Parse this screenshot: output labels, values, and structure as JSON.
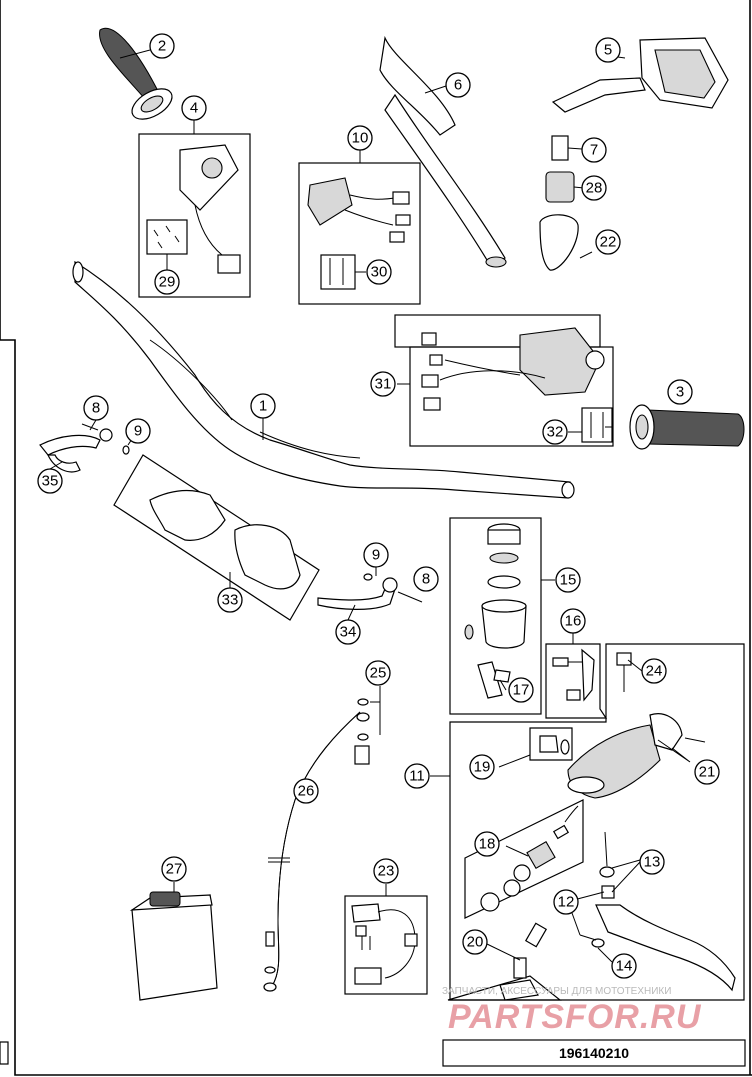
{
  "callouts": [
    {
      "id": "c1",
      "label": "1"
    },
    {
      "id": "c2",
      "label": "2"
    },
    {
      "id": "c3",
      "label": "3"
    },
    {
      "id": "c4",
      "label": "4"
    },
    {
      "id": "c5",
      "label": "5"
    },
    {
      "id": "c6",
      "label": "6"
    },
    {
      "id": "c7",
      "label": "7"
    },
    {
      "id": "c8a",
      "label": "8"
    },
    {
      "id": "c8b",
      "label": "8"
    },
    {
      "id": "c9a",
      "label": "9"
    },
    {
      "id": "c9b",
      "label": "9"
    },
    {
      "id": "c10",
      "label": "10"
    },
    {
      "id": "c11",
      "label": "11"
    },
    {
      "id": "c12",
      "label": "12"
    },
    {
      "id": "c13",
      "label": "13"
    },
    {
      "id": "c14",
      "label": "14"
    },
    {
      "id": "c15",
      "label": "15"
    },
    {
      "id": "c16",
      "label": "16"
    },
    {
      "id": "c17",
      "label": "17"
    },
    {
      "id": "c19",
      "label": "19"
    },
    {
      "id": "c18",
      "label": "18"
    },
    {
      "id": "c20",
      "label": "20"
    },
    {
      "id": "c21",
      "label": "21"
    },
    {
      "id": "c22",
      "label": "22"
    },
    {
      "id": "c23",
      "label": "23"
    },
    {
      "id": "c24",
      "label": "24"
    },
    {
      "id": "c25",
      "label": "25"
    },
    {
      "id": "c26",
      "label": "26"
    },
    {
      "id": "c27",
      "label": "27"
    },
    {
      "id": "c28",
      "label": "28"
    },
    {
      "id": "c29",
      "label": "29"
    },
    {
      "id": "c30",
      "label": "30"
    },
    {
      "id": "c31",
      "label": "31"
    },
    {
      "id": "c32",
      "label": "32"
    },
    {
      "id": "c33",
      "label": "33"
    },
    {
      "id": "c34",
      "label": "34"
    },
    {
      "id": "c35",
      "label": "35"
    }
  ],
  "watermark": {
    "line1": "ЗАПЧАСТИ, АКСЕССУАРЫ ДЛЯ МОТОТЕХНИКИ",
    "line2": "PARTSFOR.RU"
  },
  "document_number": "196140210"
}
